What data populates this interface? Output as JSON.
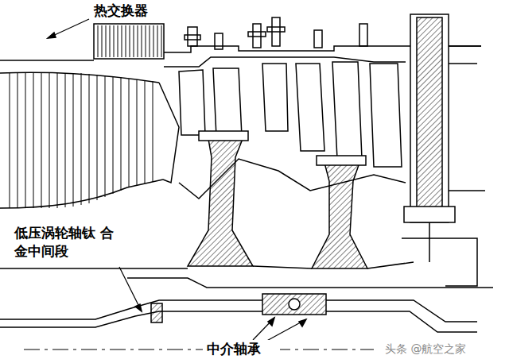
{
  "diagram": {
    "labels": [
      "热交换器",
      "低压涡轮轴钛 合金中间段",
      "中介轴承",
      "头条 @航空之家"
    ]
  }
}
